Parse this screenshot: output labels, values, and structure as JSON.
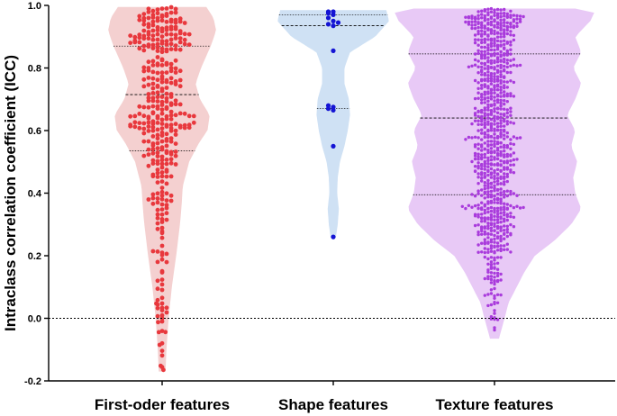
{
  "chart_data": {
    "type": "violin",
    "title": "",
    "xlabel": "",
    "ylabel": "Intraclass correlation coefficient (ICC)",
    "ylim": [
      -0.2,
      1.0
    ],
    "yticks": [
      "-0.2",
      "0.0",
      "0.2",
      "0.4",
      "0.6",
      "0.8",
      "1.0"
    ],
    "reference_line_y": 0.0,
    "categories": [
      "First-oder features",
      "Shape features",
      "Texture features"
    ],
    "series": [
      {
        "category": "First-oder features",
        "fill": "#f4d0d0",
        "point_color": "#e8383d",
        "quartiles": [
          0.535,
          0.715,
          0.87
        ],
        "min": -0.17,
        "max": 0.995,
        "density": [
          [
            -0.18,
            0.06
          ],
          [
            -0.1,
            0.08
          ],
          [
            0.0,
            0.12
          ],
          [
            0.1,
            0.18
          ],
          [
            0.2,
            0.26
          ],
          [
            0.3,
            0.33
          ],
          [
            0.36,
            0.36
          ],
          [
            0.42,
            0.38
          ],
          [
            0.5,
            0.5
          ],
          [
            0.56,
            0.68
          ],
          [
            0.6,
            0.84
          ],
          [
            0.65,
            0.88
          ],
          [
            0.7,
            0.7
          ],
          [
            0.75,
            0.62
          ],
          [
            0.8,
            0.72
          ],
          [
            0.87,
            0.9
          ],
          [
            0.92,
            1.0
          ],
          [
            0.96,
            0.95
          ],
          [
            1.0,
            0.8
          ]
        ],
        "n_points": 380
      },
      {
        "category": "Shape features",
        "fill": "#cfe1f4",
        "point_color": "#1414d4",
        "quartiles": [
          0.67,
          0.935,
          0.97
        ],
        "min": 0.26,
        "max": 0.985,
        "density": [
          [
            0.25,
            0.04
          ],
          [
            0.3,
            0.08
          ],
          [
            0.35,
            0.1
          ],
          [
            0.4,
            0.07
          ],
          [
            0.45,
            0.08
          ],
          [
            0.5,
            0.12
          ],
          [
            0.55,
            0.2
          ],
          [
            0.6,
            0.26
          ],
          [
            0.65,
            0.3
          ],
          [
            0.7,
            0.28
          ],
          [
            0.75,
            0.2
          ],
          [
            0.8,
            0.2
          ],
          [
            0.85,
            0.3
          ],
          [
            0.9,
            0.75
          ],
          [
            0.95,
            1.0
          ],
          [
            0.985,
            0.95
          ]
        ],
        "points": [
          0.26,
          0.55,
          0.665,
          0.67,
          0.675,
          0.68,
          0.855,
          0.935,
          0.94,
          0.945,
          0.95,
          0.96,
          0.97,
          0.975,
          0.98,
          0.98
        ]
      },
      {
        "category": "Texture features",
        "fill": "#e8c9f6",
        "point_color": "#a93bdc",
        "quartiles": [
          0.395,
          0.64,
          0.845
        ],
        "min": -0.065,
        "max": 0.99,
        "density": [
          [
            -0.07,
            0.04
          ],
          [
            0.0,
            0.1
          ],
          [
            0.05,
            0.14
          ],
          [
            0.1,
            0.22
          ],
          [
            0.15,
            0.3
          ],
          [
            0.2,
            0.4
          ],
          [
            0.25,
            0.6
          ],
          [
            0.3,
            0.76
          ],
          [
            0.35,
            0.86
          ],
          [
            0.4,
            0.8
          ],
          [
            0.45,
            0.78
          ],
          [
            0.5,
            0.82
          ],
          [
            0.55,
            0.76
          ],
          [
            0.6,
            0.8
          ],
          [
            0.65,
            0.72
          ],
          [
            0.7,
            0.8
          ],
          [
            0.75,
            0.86
          ],
          [
            0.8,
            0.78
          ],
          [
            0.85,
            0.86
          ],
          [
            0.9,
            0.8
          ],
          [
            0.95,
            0.95
          ],
          [
            0.985,
            1.0
          ],
          [
            0.995,
            0.6
          ]
        ],
        "n_points": 900
      }
    ]
  }
}
